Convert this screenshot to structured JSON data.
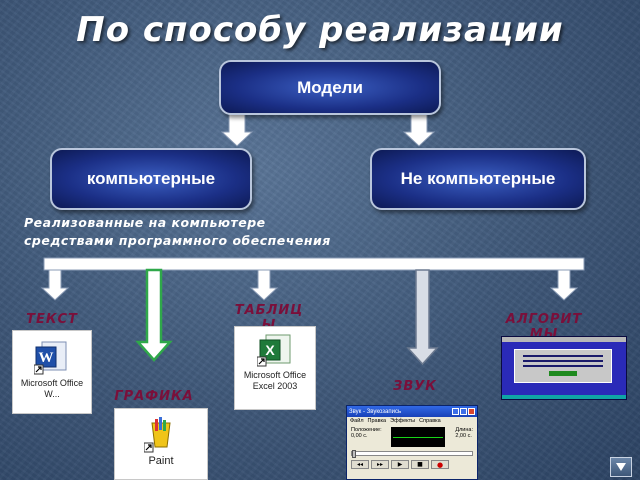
{
  "slide": {
    "title": "По способу реализации"
  },
  "nodes": {
    "root": "Модели",
    "computer": "компьютерные",
    "non_computer": "Не компьютерные"
  },
  "note": "Реализованные на компьютере средствами программного обеспечения",
  "categories": {
    "text": "ТЕКСТ",
    "graphics": "ГРАФИКА",
    "tables": "ТАБЛИЦЫ",
    "sound": "ЗВУК",
    "algorithms": "АЛГОРИТМЫ"
  },
  "apps": {
    "word": "Microsoft Office W...",
    "paint": "Paint",
    "excel": "Microsoft Office Excel 2003",
    "sound_recorder_title": "Звук - Звукозапись",
    "sound_recorder_menu": [
      "Файл",
      "Правка",
      "Эффекты",
      "Справка"
    ],
    "sound_recorder_position_label": "Положение:",
    "sound_recorder_position": "0,00 с.",
    "sound_recorder_length_label": "Длина:",
    "sound_recorder_length": "2,00 с."
  },
  "colors": {
    "node_fill": "#1b2f86",
    "category_text": "#7a0f3a",
    "background": "#3e5778"
  },
  "icons": [
    "word-icon",
    "paint-icon",
    "excel-icon",
    "shortcut-arrow-icon",
    "nav-button-icon"
  ]
}
